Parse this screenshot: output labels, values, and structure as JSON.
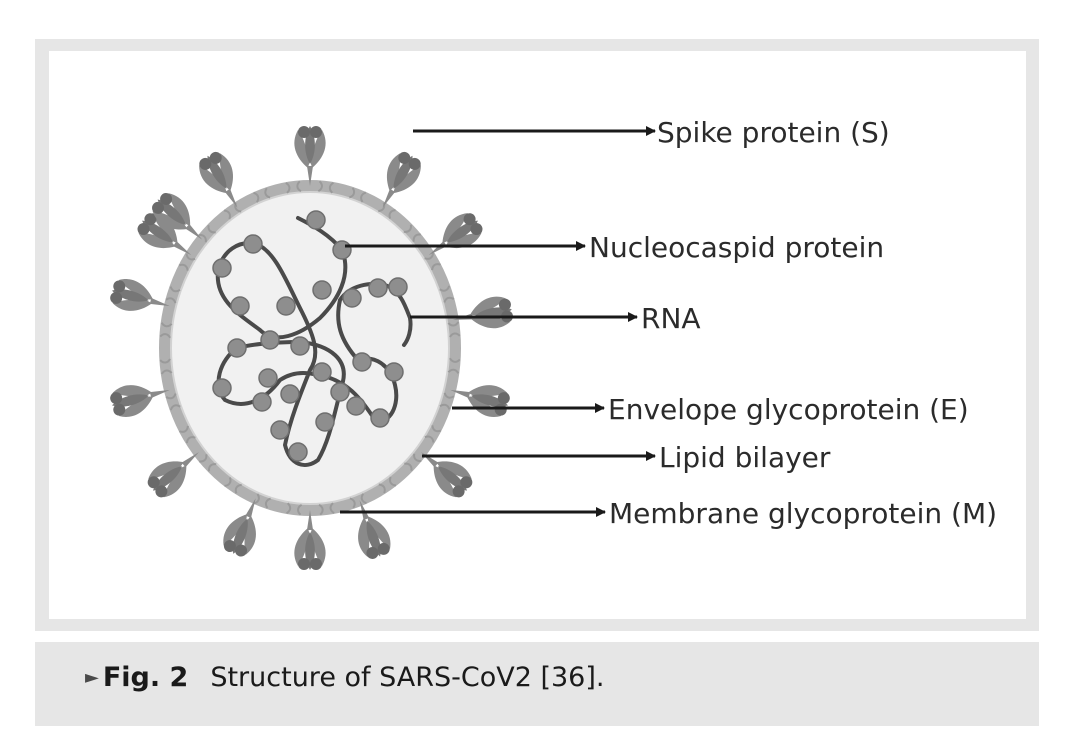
{
  "diagram": {
    "labels": {
      "spike": "Spike protein (S)",
      "nucleocapsid": "Nucleocaspid protein",
      "rna": "RNA",
      "envelope": "Envelope glycoprotein (E)",
      "lipid": "Lipid bilayer",
      "membrane": "Membrane glycoprotein (M)"
    },
    "colors": {
      "membrane": "#b0b0b0",
      "interior": "#f1f1f1",
      "spike": "#8a8a8a",
      "nucleocapsid": "#8e8e8e",
      "rna": "#4a4a4a",
      "arrow": "#1a1a1a"
    }
  },
  "caption": {
    "marker": "►",
    "fig_label": "Fig. 2",
    "text": "Structure of SARS-CoV2 [36]."
  }
}
